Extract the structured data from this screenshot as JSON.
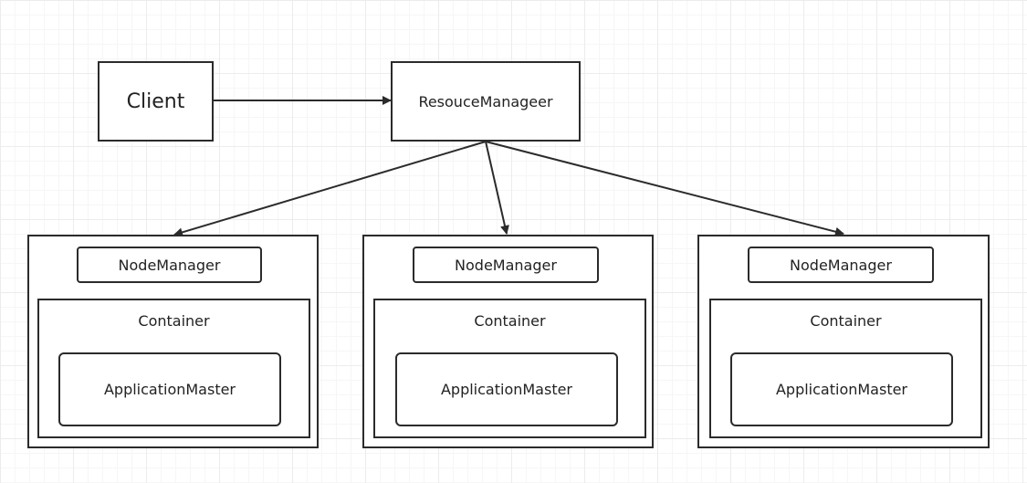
{
  "client": {
    "label": "Client"
  },
  "resource_manager": {
    "label": "ResouceManageer"
  },
  "nodes": [
    {
      "node_manager": "NodeManager",
      "container": "Container",
      "app_master": "ApplicationMaster"
    },
    {
      "node_manager": "NodeManager",
      "container": "Container",
      "app_master": "ApplicationMaster"
    },
    {
      "node_manager": "NodeManager",
      "container": "Container",
      "app_master": "ApplicationMaster"
    }
  ],
  "colors": {
    "stroke": "#2b2b2b",
    "grid": "#ececec",
    "background": "#ffffff"
  }
}
